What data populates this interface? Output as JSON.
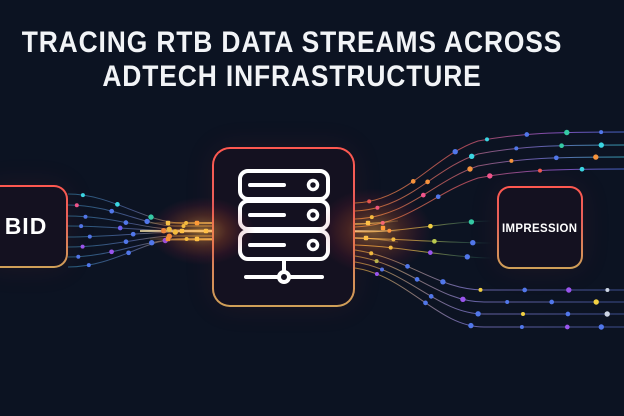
{
  "title": {
    "line1": "TRACING RTB DATA STREAMS ACROSS",
    "line2": "ADTECH INFRASTRUCTURE"
  },
  "nodes": {
    "bid": {
      "label": "BID"
    },
    "server": {
      "icon": "server-stack-icon"
    },
    "impression": {
      "label": "IMPRESSION"
    }
  },
  "colors": {
    "background": "#0c1322",
    "node_fill": "#141120",
    "node_border_top": "#ff5850",
    "node_border_bottom": "#cfa058",
    "title": "#f2f4f7",
    "server_icon": "#ffffff",
    "glow_core": "#ffd061",
    "glow_halo": "#ff6a2e",
    "dots": {
      "cyan": "#3bd6e3",
      "teal": "#35c9a4",
      "blue": "#5177ea",
      "indigo": "#6d5ff0",
      "purple": "#9a55ee",
      "pink": "#f0558c",
      "red": "#ee5b52",
      "orange": "#f6933c",
      "yellow": "#f2d042",
      "olive": "#bac94e",
      "white": "#cdd5e4"
    }
  }
}
